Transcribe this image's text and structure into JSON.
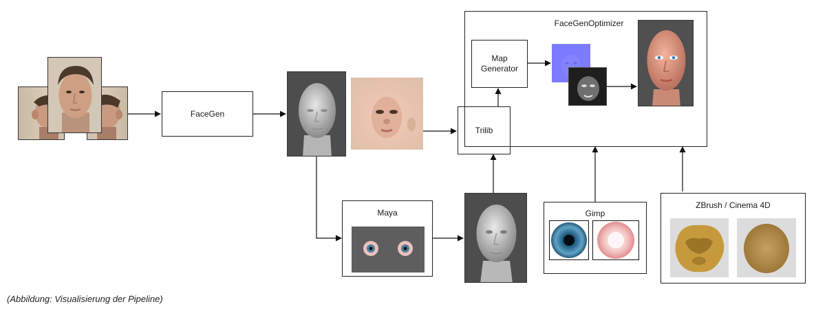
{
  "nodes": {
    "facegen": "FaceGen",
    "trilib": "Trilib",
    "facegen_optimizer": "FaceGenOptimizer",
    "map_generator": "Map\nGenerator",
    "maya": "Maya",
    "gimp": "Gimp",
    "zbrush": "ZBrush / Cinema 4D"
  },
  "caption": "(Abbildung: Visualisierung der Pipeline)",
  "colors": {
    "stroke": "#222222",
    "normal_map": "#7b7bff",
    "render_bg": "#505050"
  }
}
